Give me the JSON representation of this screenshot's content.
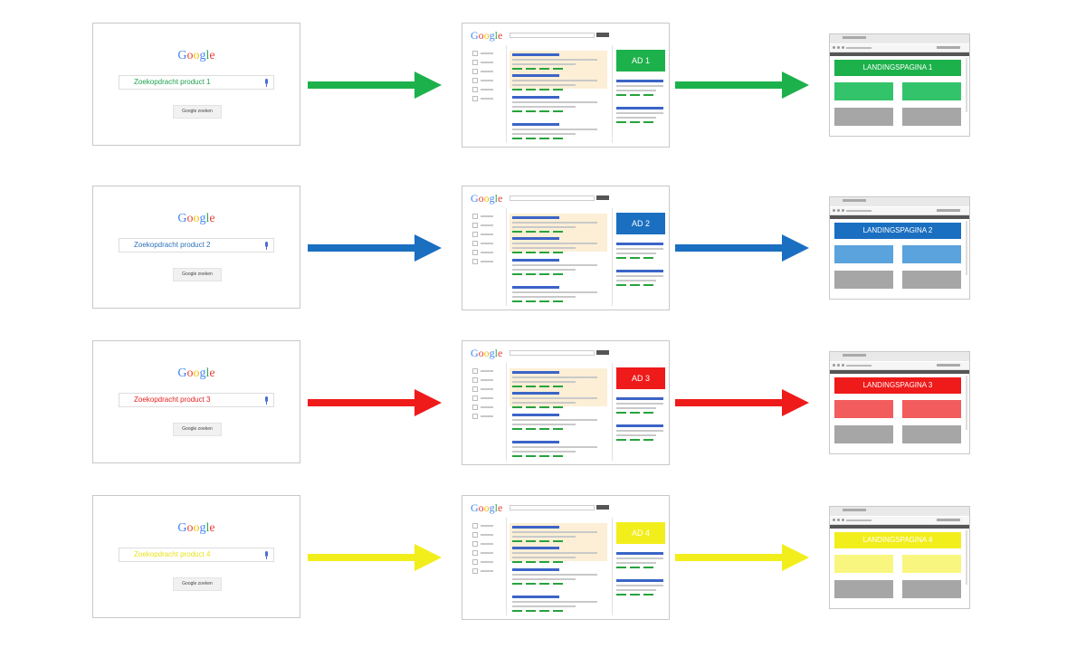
{
  "rows": [
    {
      "query": "Zoekopdracht product 1",
      "ad": "AD 1",
      "landing": "LANDINGSPAGINA 1",
      "color": "#1db14b",
      "light": "#33c46b",
      "text_color": "#1ea34d"
    },
    {
      "query": "Zoekopdracht product 2",
      "ad": "AD 2",
      "landing": "LANDINGSPAGINA 2",
      "color": "#1a6fc1",
      "light": "#5aa3dd",
      "text_color": "#2d72b8"
    },
    {
      "query": "Zoekopdracht product 3",
      "ad": "AD 3",
      "landing": "LANDINGSPAGINA 3",
      "color": "#ef1a1a",
      "light": "#f25c5c",
      "text_color": "#e82020"
    },
    {
      "query": "Zoekopdracht product 4",
      "ad": "AD 4",
      "landing": "LANDINGSPAGINA 4",
      "color": "#f2ee1c",
      "light": "#f8f67e",
      "text_color": "#e8e21a"
    }
  ],
  "google_logo": "Google",
  "search_button": "Google zoeken"
}
